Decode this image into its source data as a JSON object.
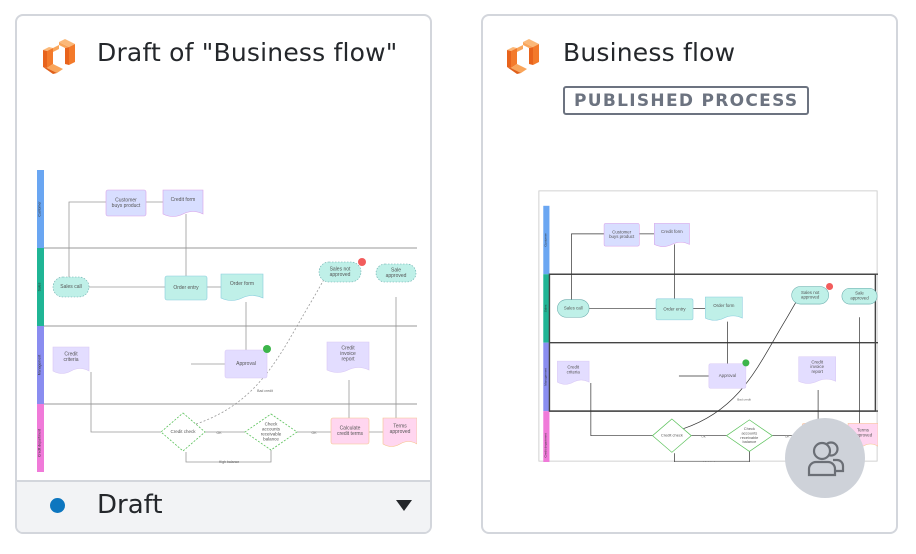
{
  "cards": [
    {
      "title": "Draft of \"Business flow\"",
      "icon": "process-logo-icon",
      "status": {
        "label": "Draft",
        "color": "#0d76bf",
        "icon": "chevron-down-icon"
      }
    },
    {
      "title": "Business flow",
      "icon": "process-logo-icon",
      "badge": "PUBLISHED PROCESS",
      "collaborators_icon": "users-icon"
    }
  ],
  "diagram": {
    "lanes": [
      {
        "label": "Customer",
        "color": "#6aa6f2"
      },
      {
        "label": "Sales",
        "color": "#1fb595"
      },
      {
        "label": "Management",
        "color": "#8a8df0"
      },
      {
        "label": "Credit department",
        "color": "#f07ad9"
      }
    ],
    "nodes": {
      "customer_buys": "Customer buys product",
      "credit_form": "Credit form",
      "sales_call": "Sales call",
      "order_entry": "Order entry",
      "order_form": "Order form",
      "sales_not_approved": "Sales not approved",
      "sale_approved": "Sale approved",
      "approval": "Approval",
      "credit_criteria": "Credit criteria",
      "credit_invoice_report": "Credit invoice report",
      "credit_check": "Credit check",
      "check_accounts": "Check accounts receivable balance",
      "calculate_credit_terms": "Calculate credit terms",
      "terms_approved": "Terms approved"
    },
    "edge_labels": {
      "bad_credit": "Bad credit",
      "high_balance": "High balance",
      "ok1": "OK",
      "ok2": "OK"
    }
  }
}
